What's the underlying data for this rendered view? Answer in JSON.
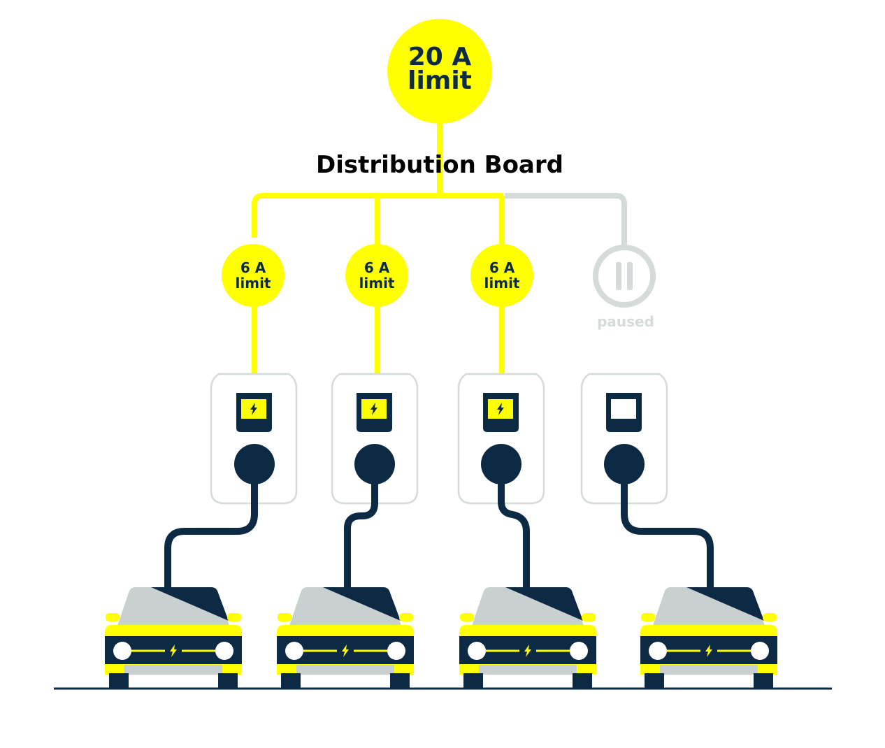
{
  "main_limit": {
    "line1": "20 A",
    "line2": "limit"
  },
  "board_title": "Distribution Board",
  "branches": [
    {
      "state": "active",
      "line1": "6 A",
      "line2": "limit"
    },
    {
      "state": "active",
      "line1": "6 A",
      "line2": "limit"
    },
    {
      "state": "active",
      "line1": "6 A",
      "line2": "limit"
    },
    {
      "state": "paused",
      "status": "paused"
    }
  ],
  "colors": {
    "active": "#ffff00",
    "inactive": "#d4dbd9",
    "navy": "#0d2a45",
    "car_grey": "#c9d1d0",
    "white": "#ffffff"
  },
  "icons": {
    "charger_screen_active": "lightning-bolt-icon",
    "charger_screen_paused": "blank-screen-icon",
    "paused_badge": "pause-icon",
    "car_badge": "lightning-bolt-icon"
  }
}
